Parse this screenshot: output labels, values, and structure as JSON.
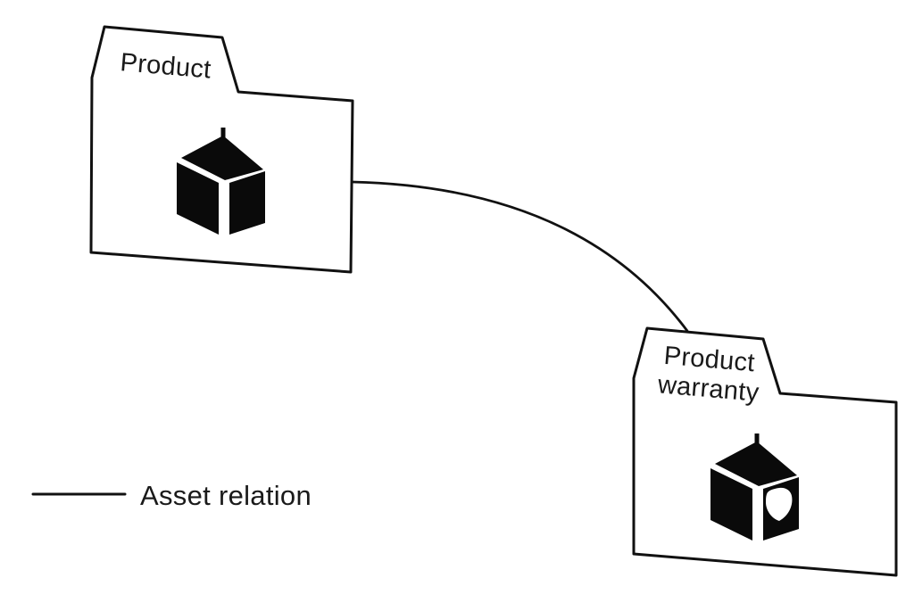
{
  "colors": {
    "background": "#ffffff",
    "stroke": "#111111",
    "icon": "#0a0a0a",
    "text": "#1a1a1a"
  },
  "folders": {
    "product": {
      "label": "Product",
      "icon": "cube-icon"
    },
    "warranty": {
      "label_line1": "Product",
      "label_line2": "warranty",
      "icon": "cube-shield-icon"
    }
  },
  "relations": [
    {
      "from": "Product",
      "to": "Product warranty",
      "type": "Asset relation"
    }
  ],
  "legend": {
    "label": "Asset relation"
  }
}
